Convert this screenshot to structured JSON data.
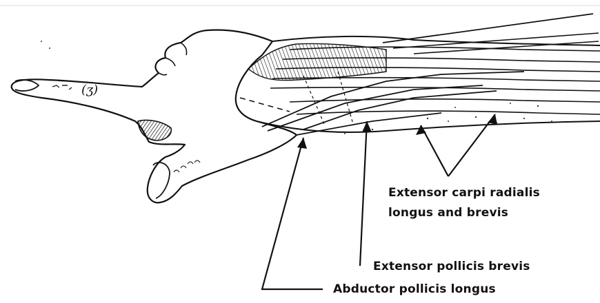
{
  "figure": {
    "labels": {
      "ecr": [
        "Extensor carpi radialis",
        "longus and brevis"
      ],
      "epb": "Extensor pollicis brevis",
      "apl": "Abductor pollicis  longus"
    }
  }
}
